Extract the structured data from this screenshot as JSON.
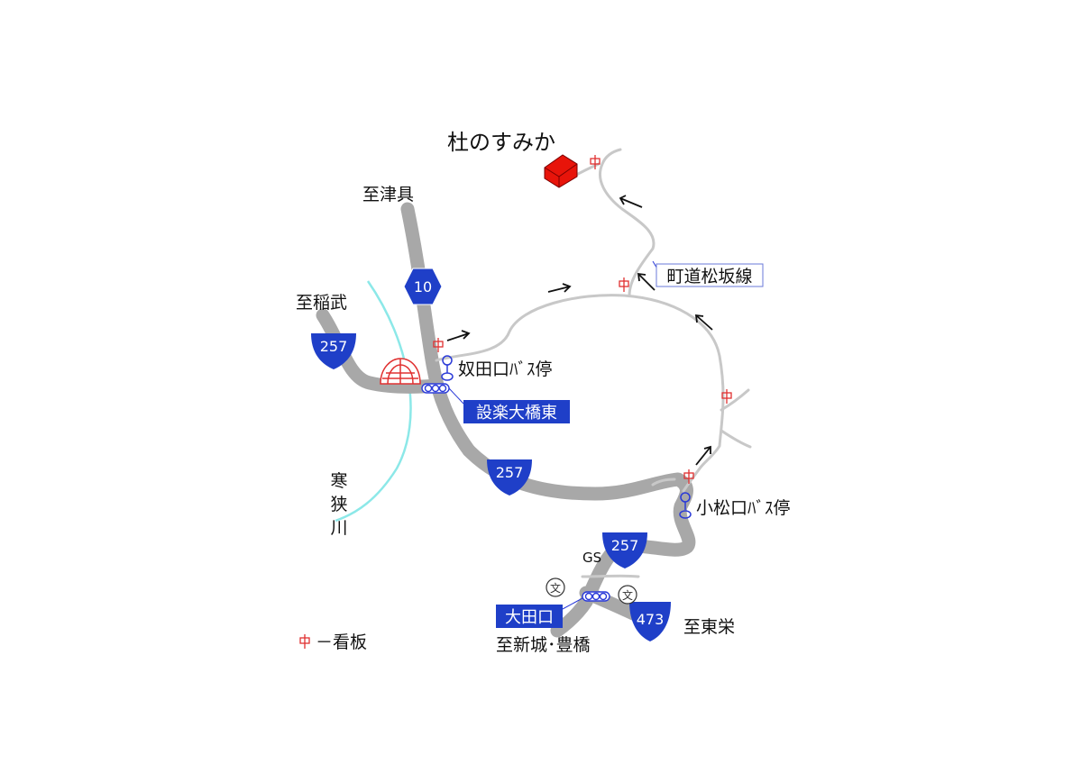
{
  "destination": {
    "title": "杜のすみか"
  },
  "directions": {
    "tsugu": "至津具",
    "inabu": "至稲武",
    "toei": "至東栄",
    "shinshiro": "至新城･豊橋"
  },
  "routes": {
    "r10": "10",
    "r257a": "257",
    "r257b": "257",
    "r257c": "257",
    "r473": "473"
  },
  "bus_stops": {
    "nuttaguchi": "奴田口ﾊﾞｽ停",
    "komatsuguchi": "小松口ﾊﾞｽ停"
  },
  "intersections": {
    "shitara": "設楽大橋東",
    "otaguchi": "大田口"
  },
  "roads": {
    "matsuzaka": "町道松坂線"
  },
  "river": {
    "name": "寒狭川",
    "chars": [
      "寒",
      "狭",
      "川"
    ]
  },
  "labels": {
    "gs": "GS"
  },
  "legend": {
    "text": "－看板"
  },
  "colors": {
    "road": "#a8a8a8",
    "minor_road": "#c8c8c8",
    "shield": "#1f3fc8",
    "house": "#e8140a",
    "sign": "#e03030",
    "river": "#8ce8e8",
    "bus": "#2a3ad8"
  }
}
